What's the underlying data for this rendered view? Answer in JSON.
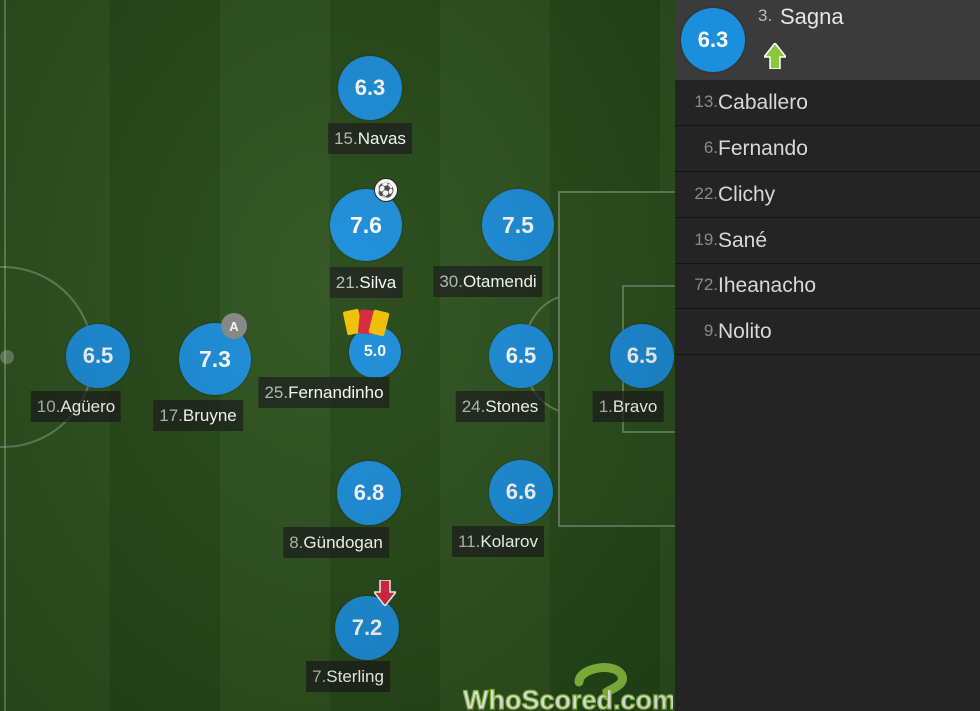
{
  "pitch_players": [
    {
      "key": "navas",
      "number": "15.",
      "name": "Navas",
      "rating": "6.3"
    },
    {
      "key": "silva",
      "number": "21.",
      "name": "Silva",
      "rating": "7.6",
      "event": "goal-ball-icon"
    },
    {
      "key": "otamendi",
      "number": "30.",
      "name": "Otamendi",
      "rating": "7.5"
    },
    {
      "key": "aguero",
      "number": "10.",
      "name": "Agüero",
      "rating": "6.5"
    },
    {
      "key": "bruyne",
      "number": "17.",
      "name": "Bruyne",
      "rating": "7.3",
      "event": "captain-badge-icon",
      "badge_letter": "A"
    },
    {
      "key": "fernandinho",
      "number": "25.",
      "name": "Fernandinho",
      "rating": "5.0",
      "event": "yellow-red-card-icon"
    },
    {
      "key": "stones",
      "number": "24.",
      "name": "Stones",
      "rating": "6.5"
    },
    {
      "key": "bravo",
      "number": "1.",
      "name": "Bravo",
      "rating": "6.5"
    },
    {
      "key": "gundogan",
      "number": "8.",
      "name": "Gündogan",
      "rating": "6.8"
    },
    {
      "key": "kolarov",
      "number": "11.",
      "name": "Kolarov",
      "rating": "6.6"
    },
    {
      "key": "sterling",
      "number": "7.",
      "name": "Sterling",
      "rating": "7.2",
      "event": "subbed-off-arrow-icon"
    }
  ],
  "substitute_on": {
    "number": "3.",
    "name": "Sagna",
    "rating": "6.3",
    "event": "subbed-on-arrow-icon"
  },
  "bench": [
    {
      "number": "13.",
      "name": "Caballero"
    },
    {
      "number": "6.",
      "name": "Fernando"
    },
    {
      "number": "22.",
      "name": "Clichy"
    },
    {
      "number": "19.",
      "name": "Sané"
    },
    {
      "number": "72.",
      "name": "Iheanacho"
    },
    {
      "number": "9.",
      "name": "Nolito"
    }
  ],
  "logo": {
    "text": "WhoScored.com"
  },
  "colors": {
    "rating_bubble": "#1b8fdc",
    "sub_on_arrow": "#8dc63f",
    "sub_off_arrow": "#d9253b",
    "yellow_card": "#f2c200",
    "red_card": "#d9253b"
  }
}
